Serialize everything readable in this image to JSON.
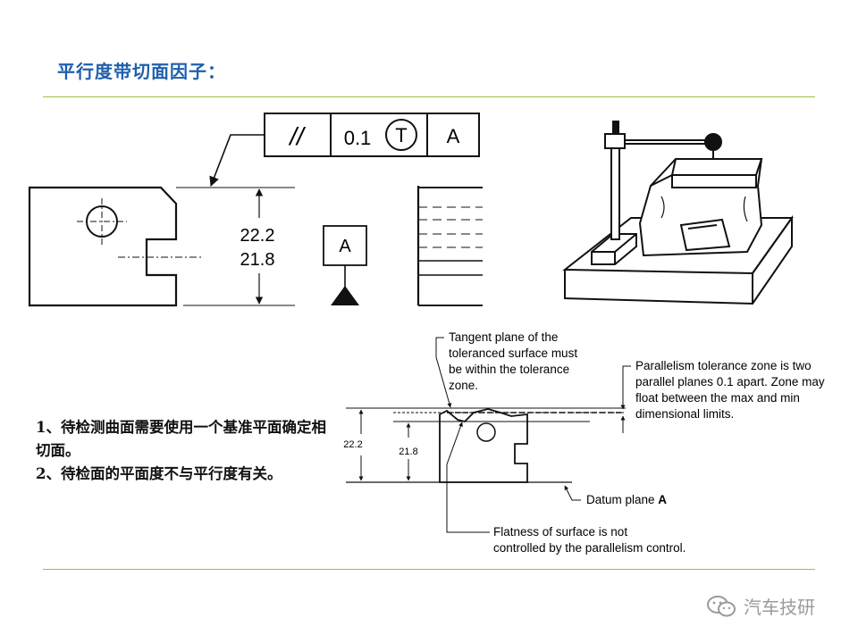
{
  "slide": {
    "title": "平行度带切面因子："
  },
  "fcf": {
    "symbol": "//",
    "tolerance": "0.1",
    "modifier": "T",
    "datum": "A"
  },
  "part_drawing": {
    "dim_upper": "22.2",
    "dim_lower": "21.8",
    "datum_label": "A"
  },
  "lower_diagram": {
    "dim_total": "22.2",
    "dim_inner": "21.8",
    "tangent_note": [
      "Tangent plane of the",
      "toleranced surface must",
      "be within the tolerance",
      "zone."
    ],
    "zone_note": [
      "Parallelism tolerance zone is two",
      "parallel planes 0.1 apart. Zone may",
      "float between the max and min",
      "dimensional limits."
    ],
    "datum_note_prefix": "Datum plane ",
    "datum_note_letter": "A",
    "flatness_note": [
      "Flatness of surface is not",
      "controlled by the parallelism control."
    ]
  },
  "notes": [
    "1、待检测曲面需要使用一个基准平面确定相切面。",
    "2、待检面的平面度不与平行度有关。"
  ],
  "watermark": {
    "text": "汽车技研",
    "icon": "wechat-icon"
  }
}
